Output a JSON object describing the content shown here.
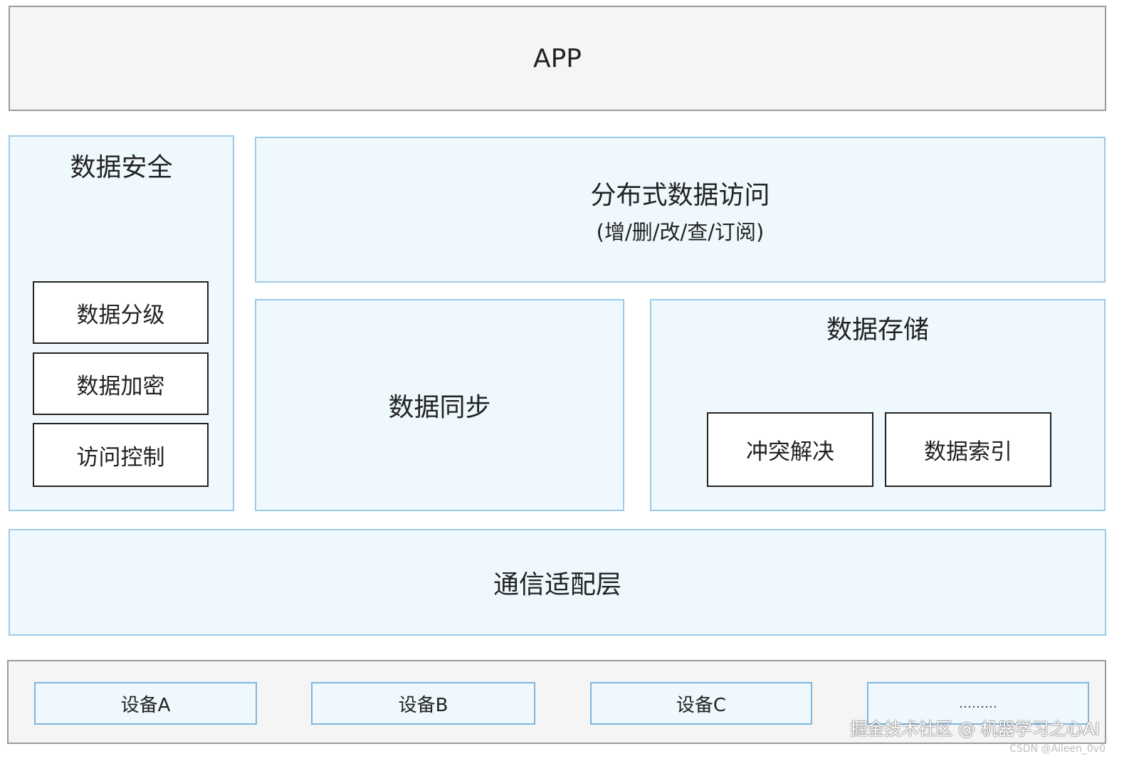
{
  "app": "APP",
  "security": {
    "title": "数据安全",
    "items": [
      "数据分级",
      "数据加密",
      "访问控制"
    ]
  },
  "access": {
    "title": "分布式数据访问",
    "subtitle": "(增/删/改/查/订阅)"
  },
  "sync": "数据同步",
  "storage": {
    "title": "数据存储",
    "items": [
      "冲突解决",
      "数据索引"
    ]
  },
  "communication": "通信适配层",
  "devices": [
    "设备A",
    "设备B",
    "设备C",
    "………"
  ],
  "watermark": "掘金技术社区 @ 机器学习之心AI",
  "credit": "CSDN @Aileen_0v0",
  "colors": {
    "blue_fill": "#eff9fd",
    "blue_border": "#9ccbe8",
    "gray_fill": "#f5f5f5"
  }
}
